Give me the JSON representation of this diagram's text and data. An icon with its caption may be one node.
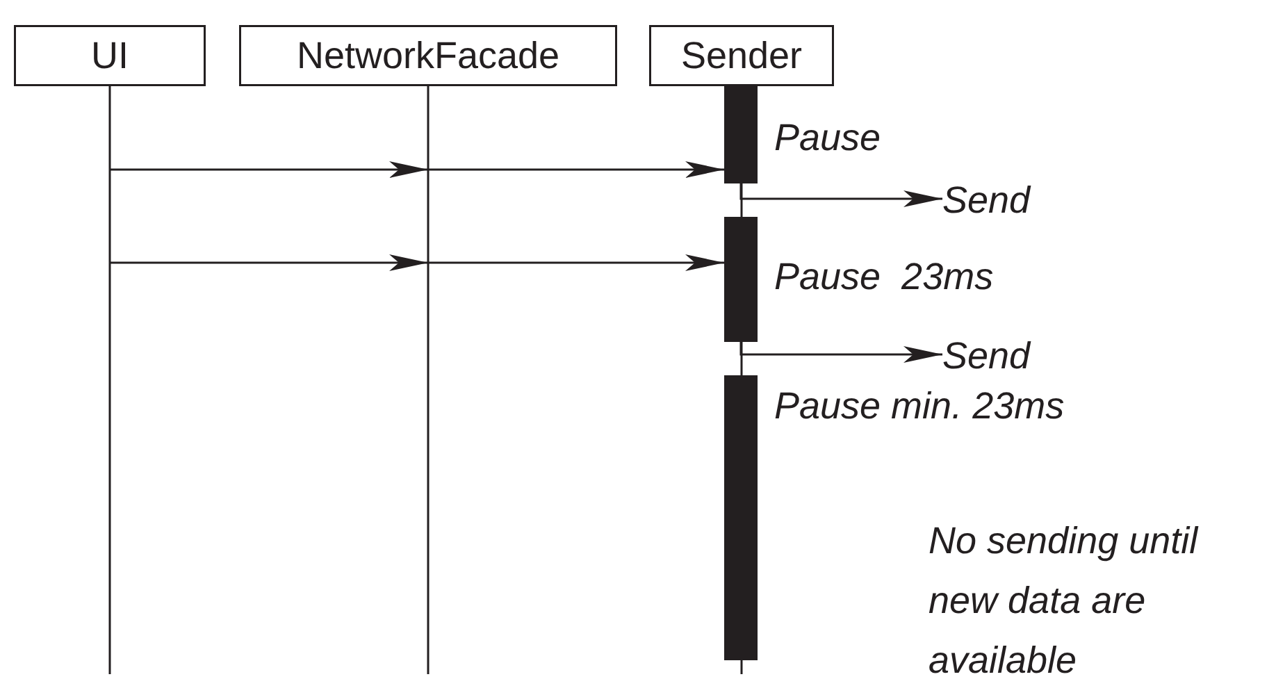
{
  "diagram": {
    "nodes": [
      {
        "text": [
          "UI"
        ]
      },
      {
        "text": [
          "NetworkFacade"
        ]
      },
      {
        "text": [
          "Sender"
        ]
      },
      {
        "text": [
          "Send"
        ]
      },
      {
        "text": [
          "Send"
        ]
      },
      {
        "text": [],
        "shape": "bar",
        "in": 2
      },
      {
        "text": [],
        "shape": "bar",
        "in": 2
      },
      {
        "text": [],
        "shape": "bar",
        "in": 2
      }
    ],
    "edges": [
      {
        "from": 0,
        "to": 1,
        "arrow": "to"
      },
      {
        "from": 1,
        "to": 5,
        "arrow": "to"
      },
      {
        "from": 5,
        "to": 3,
        "arrow": "to"
      },
      {
        "from": 0,
        "to": 1,
        "arrow": "to"
      },
      {
        "from": 1,
        "to": 6,
        "arrow": "to"
      },
      {
        "from": 6,
        "to": 4,
        "arrow": "to"
      }
    ],
    "labels": [
      "Pause",
      "Pause  23ms",
      "Pause min. 23ms",
      "No sending until new data are available"
    ]
  }
}
